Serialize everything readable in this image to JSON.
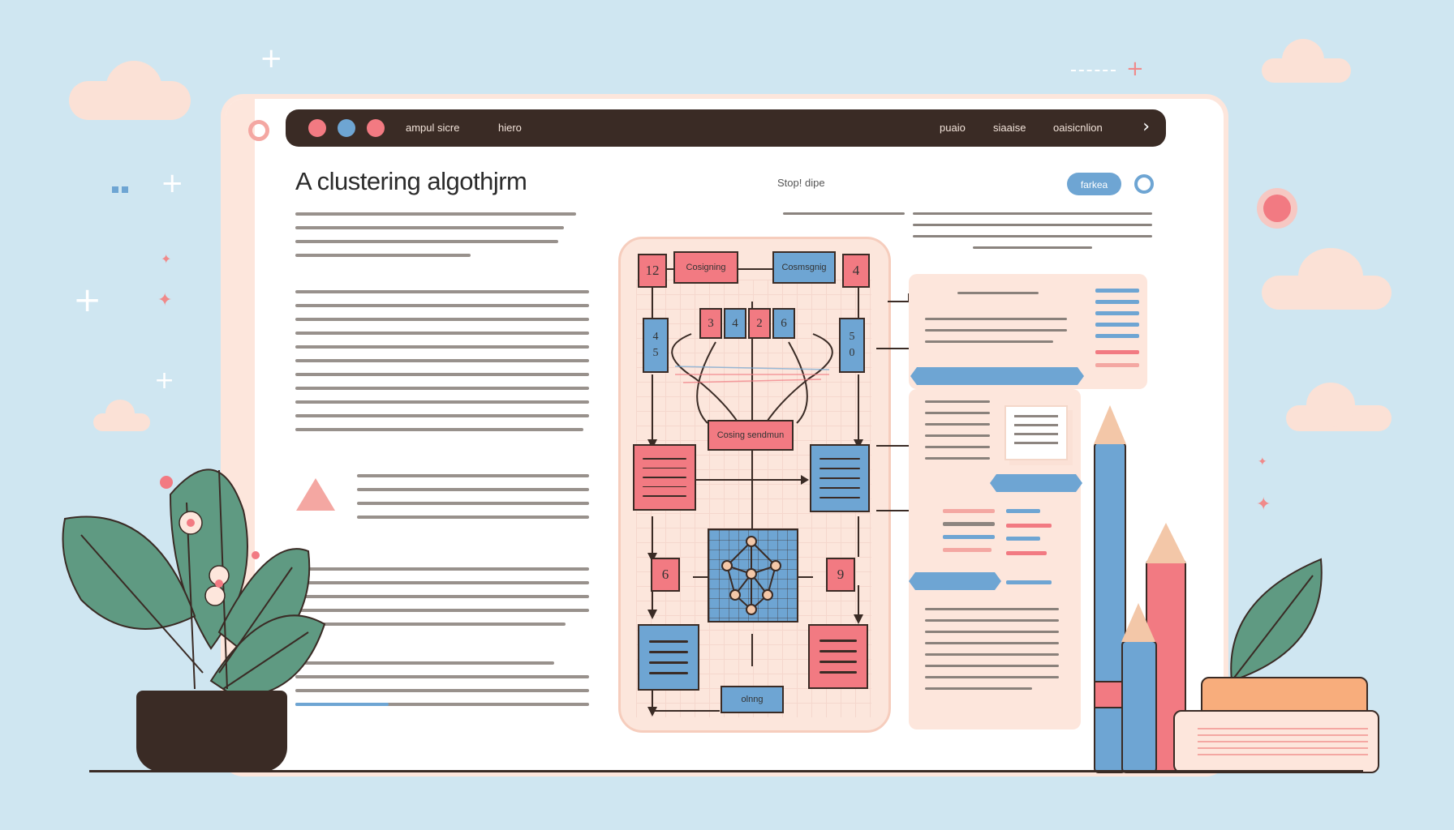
{
  "window": {
    "nav": {
      "brand": "ampul sicre",
      "item_1": "hiero",
      "right_1": "puaio",
      "right_2": "siaaise",
      "right_3": "oaisicnlion",
      "next_icon": "chevron-right-icon"
    },
    "page_title": "A clustering algothjrm",
    "subtitle": "Stop! dipe",
    "action_button": "farkea"
  },
  "diagram": {
    "nodes": {
      "top_left_num": "12",
      "top_right_num": "4",
      "top_left_label": "Cosigning",
      "top_right_label": "Cosmsgnig",
      "cluster_1": "3",
      "cluster_2": "4",
      "cluster_3": "2",
      "cluster_4": "6",
      "left_side": "4\n5",
      "right_side": "5\n0",
      "center_label": "Cosing sendmun",
      "mid_left_num": "6",
      "mid_right_num": "9",
      "bottom_label": "olnng"
    }
  },
  "colors": {
    "background": "#cfe6f1",
    "accent_blue": "#6ea5d3",
    "accent_red": "#f27a82",
    "dark": "#3a2b25"
  }
}
